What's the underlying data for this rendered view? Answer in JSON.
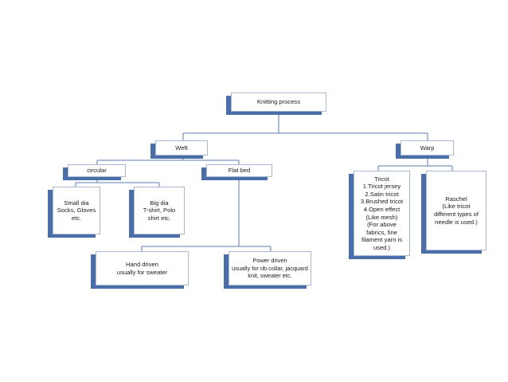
{
  "diagram": {
    "root": {
      "label": "Knitting process"
    },
    "weft": {
      "label": "Weft"
    },
    "warp": {
      "label": "Warp"
    },
    "circular": {
      "label": "circular"
    },
    "flat_bed": {
      "label": "Flat bed"
    },
    "small_dia": {
      "label": "Small dia\nSocks, Gloves\netc."
    },
    "big_dia": {
      "label": "Big dia\nT-shirt, Polo\nshirt etc."
    },
    "hand_driven": {
      "label": "Hand driven\nusually for sweater"
    },
    "power_driven": {
      "label": "Power driven\nusually for rib collar, jacquard\nknit, sweater etc."
    },
    "tricot": {
      "label": "Tricot\n1.Tricot jersey\n2.Satin tricot\n3.Brushed tricot\n4.Open effect\n(Like mesh)\n(For above\nfabrics, fine\nfilament yarn is\nused.)"
    },
    "raschel": {
      "label": "Raschel\n(Like tricot\ndifferent types of\nneedle is used.)"
    },
    "colors": {
      "box_shadow": "#4a6ea8",
      "box_border": "#a9b9d3",
      "connector": "#7e97c0"
    }
  }
}
